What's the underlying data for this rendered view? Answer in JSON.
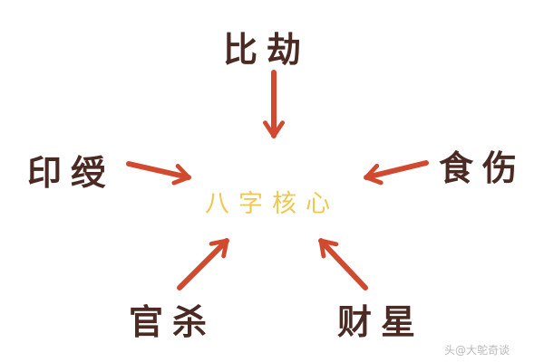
{
  "diagram": {
    "center": "八字核心",
    "nodes": {
      "top": "比劫",
      "left": "印绶",
      "right": "食伤",
      "bottom_left": "官杀",
      "bottom_right": "财星"
    },
    "colors": {
      "node_text": "#4a2a22",
      "center_text": "#eec850",
      "arrow": "#d14a30",
      "background": "#ffffff"
    }
  },
  "watermark": "头@大鸵奇谈"
}
